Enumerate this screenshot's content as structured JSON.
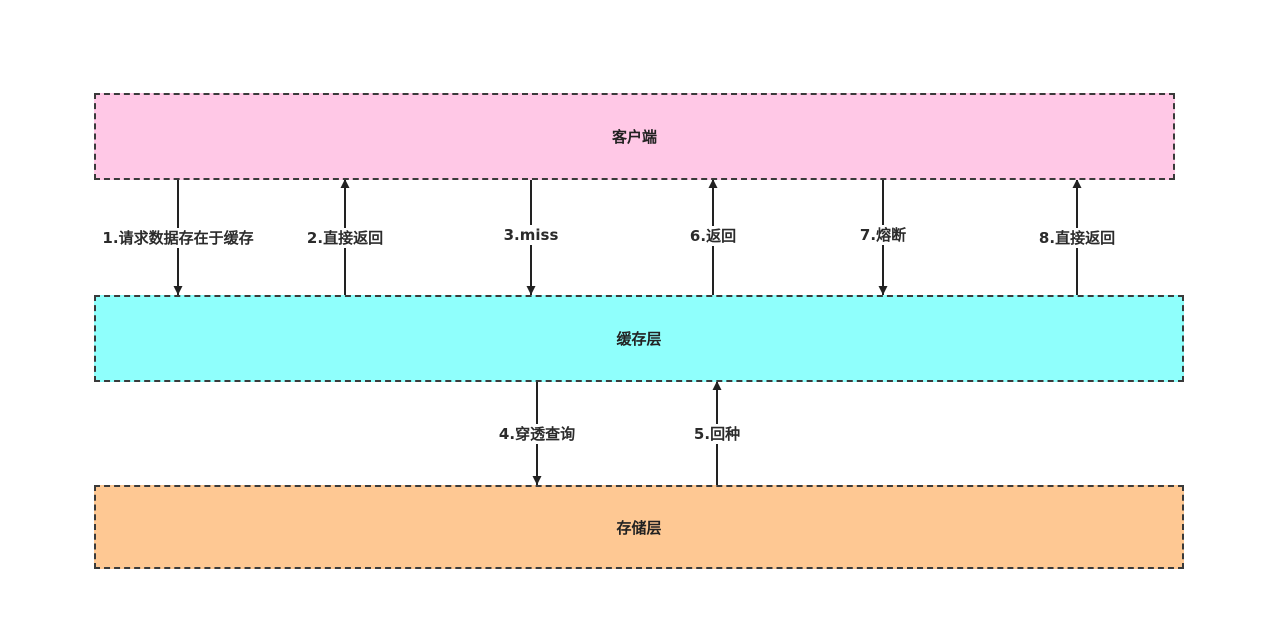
{
  "layers": {
    "client": {
      "label": "客户端",
      "color": "#ffc8e6"
    },
    "cache": {
      "label": "缓存层",
      "color": "#8ffffc"
    },
    "storage": {
      "label": "存储层",
      "color": "#fec893"
    }
  },
  "flows": [
    {
      "label": "1.请求数据存在于缓存",
      "from": "client",
      "to": "cache"
    },
    {
      "label": "2.直接返回",
      "from": "cache",
      "to": "client"
    },
    {
      "label": "3.miss",
      "from": "client",
      "to": "cache"
    },
    {
      "label": "6.返回",
      "from": "cache",
      "to": "client"
    },
    {
      "label": "7.熔断",
      "from": "client",
      "to": "cache"
    },
    {
      "label": "8.直接返回",
      "from": "cache",
      "to": "client"
    },
    {
      "label": "4.穿透查询",
      "from": "cache",
      "to": "storage"
    },
    {
      "label": "5.回种",
      "from": "storage",
      "to": "cache"
    }
  ]
}
